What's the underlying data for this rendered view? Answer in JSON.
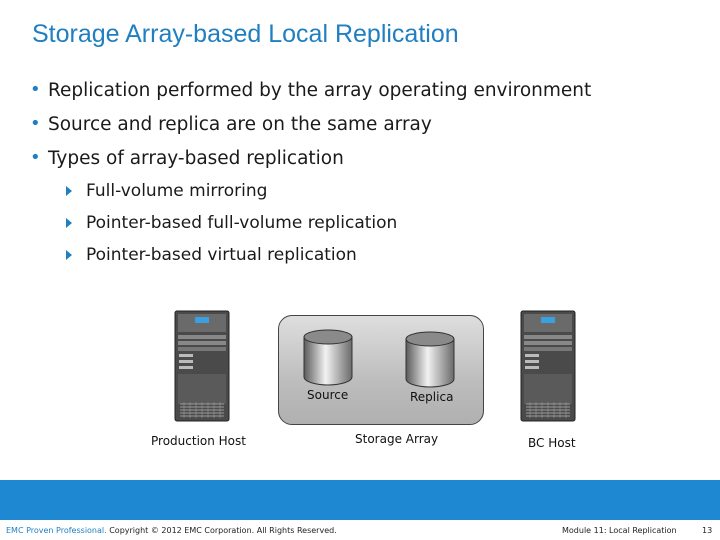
{
  "slide": {
    "title": "Storage Array-based Local Replication",
    "bullets": [
      "Replication performed by the array operating environment",
      "Source and replica are on the same array",
      "Types of array-based replication"
    ],
    "sub_bullets": [
      "Full-volume mirroring",
      "Pointer-based full-volume replication",
      "Pointer-based virtual replication"
    ]
  },
  "diagram": {
    "production_host_label": "Production Host",
    "storage_array_label": "Storage Array",
    "bc_host_label": "BC Host",
    "source_label": "Source",
    "replica_label": "Replica"
  },
  "footer": {
    "brand": "EMC Proven Professional.",
    "copyright": " Copyright © 2012 EMC Corporation. All Rights Reserved.",
    "module": "Module 11: Local Replication",
    "page_number": "13"
  },
  "colors": {
    "accent": "#1f7fc0",
    "footer_bar": "#1e88d2"
  }
}
